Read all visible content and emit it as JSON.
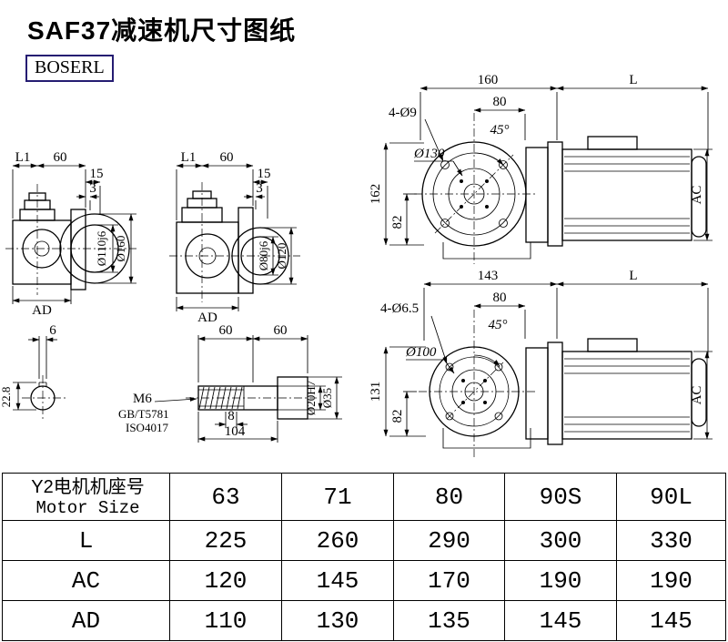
{
  "page": {
    "title": "SAF37减速机尺寸图纸",
    "brand": "BOSERL"
  },
  "drawings": {
    "side_view_a": {
      "dim_l1": "L1",
      "dim_60": "60",
      "dim_15": "15",
      "dim_3": "3",
      "dia_spigot": "Ø110j6",
      "dia_flange": "Ø160",
      "dim_ad": "AD"
    },
    "side_view_b": {
      "dim_l1": "L1",
      "dim_60": "60",
      "dim_15": "15",
      "dim_3": "3",
      "dia_spigot": "Ø80j6",
      "dia_flange": "Ø120",
      "dim_ad": "AD"
    },
    "front_assembly_a": {
      "dim_width": "160",
      "dim_l": "L",
      "holes": "4-Ø9",
      "dim_80": "80",
      "angle": "45°",
      "dia_circle": "Ø130",
      "dim_height": "162",
      "dim_82": "82",
      "dim_ac": "AC"
    },
    "front_assembly_b": {
      "dim_width": "143",
      "dim_l": "L",
      "holes": "4-Ø6.5",
      "dim_80": "80",
      "angle": "45°",
      "dia_circle": "Ø100",
      "dim_height": "131",
      "dim_82": "82",
      "dim_ac": "AC"
    },
    "shaft_section": {
      "dim_key_width": "6",
      "dim_key_depth": "22.8"
    },
    "shaft_detail": {
      "dim_60a": "60",
      "dim_60b": "60",
      "thread": "M6",
      "std_gb": "GB/T5781",
      "std_iso": "ISO4017",
      "dim_8": "8",
      "dim_104": "104",
      "dia_bore": "Ø20H7",
      "dia_shaft": "Ø35"
    }
  },
  "table": {
    "header": {
      "label_cn": "Y2电机机座号",
      "label_en": "Motor Size",
      "sizes": [
        "63",
        "71",
        "80",
        "90S",
        "90L"
      ]
    },
    "rows": [
      {
        "label": "L",
        "values": [
          "225",
          "260",
          "290",
          "300",
          "330"
        ]
      },
      {
        "label": "AC",
        "values": [
          "120",
          "145",
          "170",
          "190",
          "190"
        ]
      },
      {
        "label": "AD",
        "values": [
          "110",
          "130",
          "135",
          "145",
          "145"
        ]
      }
    ]
  }
}
